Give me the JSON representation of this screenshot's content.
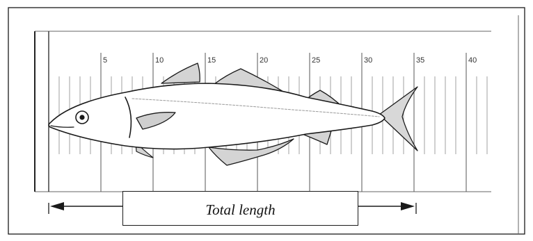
{
  "ruler": {
    "tick_labels": [
      "5",
      "10",
      "15",
      "20",
      "25",
      "30",
      "35",
      "40"
    ]
  },
  "measurement": {
    "label": "Total length"
  },
  "colors": {
    "ink": "#1a1a1a",
    "paper": "#ffffff"
  }
}
